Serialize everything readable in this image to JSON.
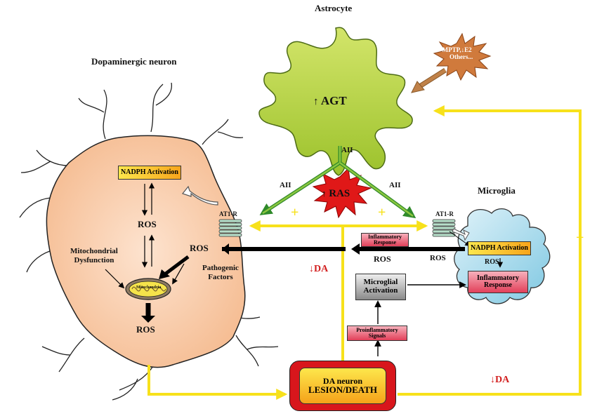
{
  "labels": {
    "astrocyte": "Astrocyte",
    "dopaminergic_neuron": "Dopaminergic neuron",
    "microglia": "Microglia",
    "agt": "AGT",
    "ras": "RAS",
    "mptp_line1": "MPTP,",
    "mptp_e2": "E2",
    "mptp_line2": "Others...",
    "aii_top": "AII",
    "aii_left": "AII",
    "aii_right": "AII",
    "at1r_neuron": "AT1-R",
    "at1r_microglia": "AT1-R",
    "nadph_neuron": "NADPH Activation",
    "nadph_microglia": "NADPH Activation",
    "ros_upper": "ROS",
    "ros_mid": "ROS",
    "ros_bottom": "ROS",
    "ros_center": "ROS",
    "ros_microglia_edge": "ROS",
    "ros_microglia_inner": "ROS",
    "mitochondrial": "Mitochondrial",
    "dysfunction": "Dysfunction",
    "mitochondria": "Mitochondria",
    "pathogenic": "Pathogenic",
    "factors": "Factors",
    "inflammatory_response_small_1": "Inflammatory",
    "inflammatory_response_small_2": "Response",
    "microglial_activation_1": "Microglial",
    "microglial_activation_2": "Activation",
    "inflammatory_response_1": "Inflammatory",
    "inflammatory_response_2": "Response",
    "proinflammatory_1": "Proinflammatory",
    "proinflammatory_2": "Signals",
    "da_lesion_1": "DA neuron",
    "da_lesion_2": "LESION/DEATH",
    "da_decrease_center": "DA",
    "da_decrease_bottom": "DA",
    "plus_left": "+",
    "plus_center": "+",
    "plus_right": "+"
  },
  "colors": {
    "yellow_pathway": "#f7e11b",
    "green_arrow": "#3c8a2a",
    "black_arrow": "#000000",
    "neuron_fill": "#f7c9a6",
    "astrocyte_fill": "#b5d335",
    "microglia_fill": "#9fd6e9",
    "ras_fill": "#e11b1b",
    "decrease_red": "#d21f1f"
  }
}
